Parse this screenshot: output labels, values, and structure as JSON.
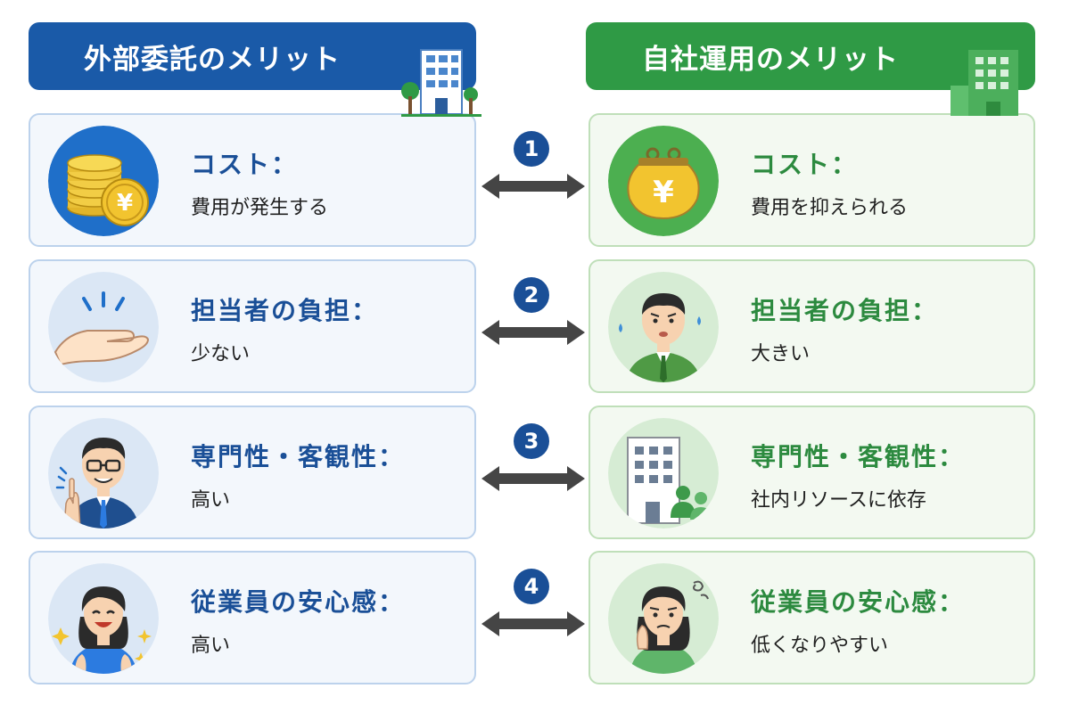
{
  "colors": {
    "outsource_blue": "#1a5aa8",
    "inhouse_green": "#2f9a45"
  },
  "left_header": {
    "title": "外部委託のメリット"
  },
  "right_header": {
    "title": "自社運用のメリット"
  },
  "rows": [
    {
      "number": "1",
      "left": {
        "title": "コスト：",
        "desc": "費用が発生する",
        "icon": "yen-coins-icon"
      },
      "right": {
        "title": "コスト：",
        "desc": "費用を抑えられる",
        "icon": "coin-purse-icon"
      }
    },
    {
      "number": "2",
      "left": {
        "title": "担当者の負担：",
        "desc": "少ない",
        "icon": "open-hand-icon"
      },
      "right": {
        "title": "担当者の負担：",
        "desc": "大きい",
        "icon": "stressed-worker-icon"
      }
    },
    {
      "number": "3",
      "left": {
        "title": "専門性・客観性：",
        "desc": "高い",
        "icon": "expert-consultant-icon"
      },
      "right": {
        "title": "専門性・客観性：",
        "desc": "社内リソースに依存",
        "icon": "office-team-icon"
      }
    },
    {
      "number": "4",
      "left": {
        "title": "従業員の安心感：",
        "desc": "高い",
        "icon": "happy-employee-icon"
      },
      "right": {
        "title": "従業員の安心感：",
        "desc": "低くなりやすい",
        "icon": "worried-employee-icon"
      }
    }
  ]
}
